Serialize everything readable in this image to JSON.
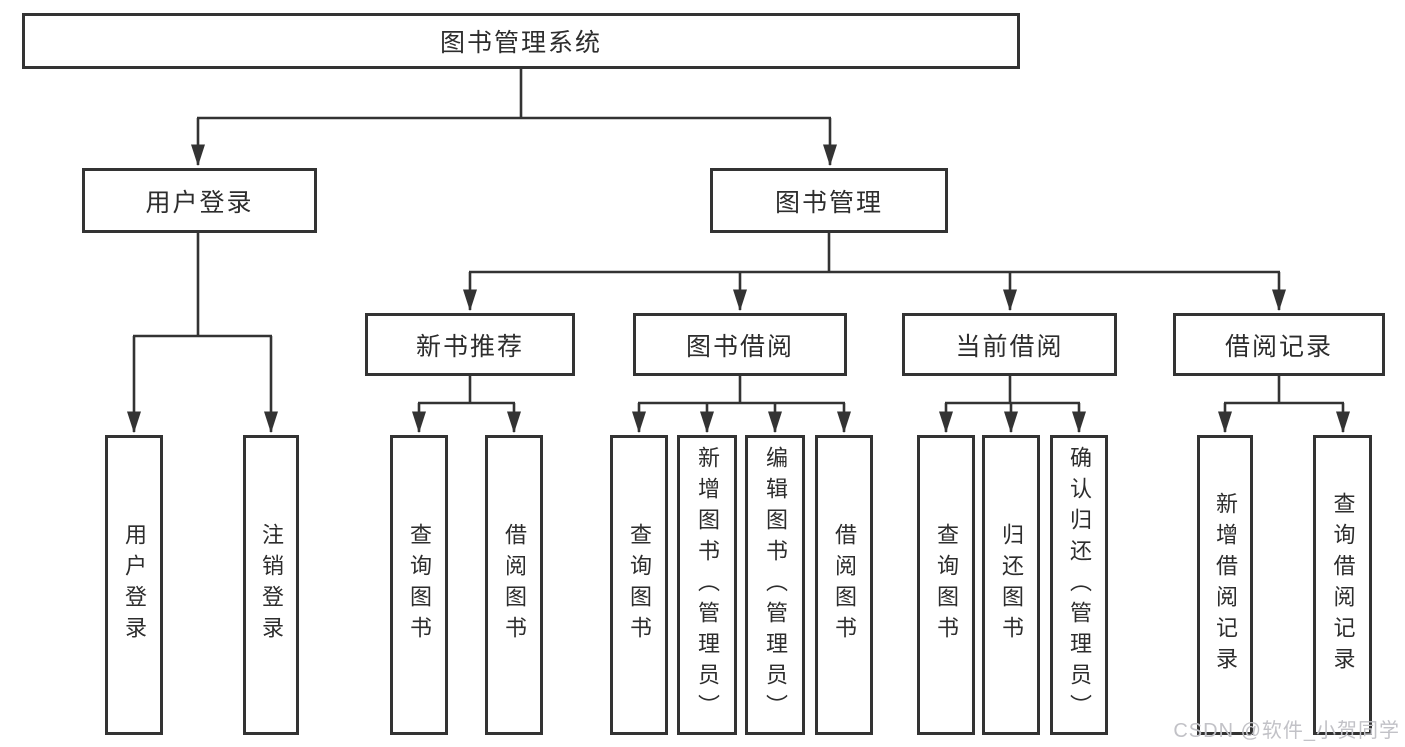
{
  "diagram": {
    "root": {
      "label": "图书管理系统"
    },
    "level2": [
      {
        "label": "用户登录"
      },
      {
        "label": "图书管理"
      }
    ],
    "level3": [
      {
        "label": "新书推荐"
      },
      {
        "label": "图书借阅"
      },
      {
        "label": "当前借阅"
      },
      {
        "label": "借阅记录"
      }
    ],
    "leaves": {
      "user_login": [
        {
          "label": "用户登录"
        },
        {
          "label": "注销登录"
        }
      ],
      "new_books": [
        {
          "label": "查询图书"
        },
        {
          "label": "借阅图书"
        }
      ],
      "book_borrow": [
        {
          "label": "查询图书"
        },
        {
          "label": "新增图书（管理员）"
        },
        {
          "label": "编辑图书（管理员）"
        },
        {
          "label": "借阅图书"
        }
      ],
      "current_borrow": [
        {
          "label": "查询图书"
        },
        {
          "label": "归还图书"
        },
        {
          "label": "确认归还（管理员）"
        }
      ],
      "borrow_records": [
        {
          "label": "新增借阅记录"
        },
        {
          "label": "查询借阅记录"
        }
      ]
    }
  },
  "colors": {
    "line": "#333333",
    "box_background": "#ffffff",
    "text": "#2d2d2d",
    "watermark": "#c2c2c7"
  },
  "watermark": {
    "text": "CSDN @软件_小贺同学"
  }
}
